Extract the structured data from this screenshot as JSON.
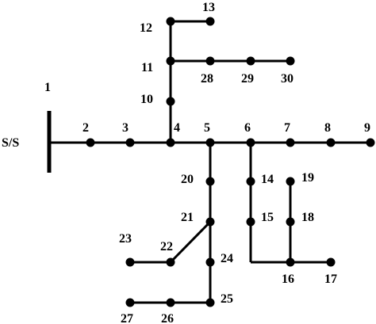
{
  "diagram": {
    "colors": {
      "line": "#000000",
      "node": "#000000",
      "background": "#ffffff"
    },
    "substation": {
      "label": "S/S",
      "bus_number": "1"
    },
    "nodes": [
      {
        "id": "2",
        "label": "2"
      },
      {
        "id": "3",
        "label": "3"
      },
      {
        "id": "4",
        "label": "4"
      },
      {
        "id": "5",
        "label": "5"
      },
      {
        "id": "6",
        "label": "6"
      },
      {
        "id": "7",
        "label": "7"
      },
      {
        "id": "8",
        "label": "8"
      },
      {
        "id": "9",
        "label": "9"
      },
      {
        "id": "10",
        "label": "10"
      },
      {
        "id": "11",
        "label": "11"
      },
      {
        "id": "12",
        "label": "12"
      },
      {
        "id": "13",
        "label": "13"
      },
      {
        "id": "14",
        "label": "14"
      },
      {
        "id": "15",
        "label": "15"
      },
      {
        "id": "16",
        "label": "16"
      },
      {
        "id": "17",
        "label": "17"
      },
      {
        "id": "18",
        "label": "18"
      },
      {
        "id": "19",
        "label": "19"
      },
      {
        "id": "20",
        "label": "20"
      },
      {
        "id": "21",
        "label": "21"
      },
      {
        "id": "22",
        "label": "22"
      },
      {
        "id": "23",
        "label": "23"
      },
      {
        "id": "24",
        "label": "24"
      },
      {
        "id": "25",
        "label": "25"
      },
      {
        "id": "26",
        "label": "26"
      },
      {
        "id": "27",
        "label": "27"
      },
      {
        "id": "28",
        "label": "28"
      },
      {
        "id": "29",
        "label": "29"
      },
      {
        "id": "30",
        "label": "30"
      }
    ],
    "edges": [
      [
        "1",
        "2"
      ],
      [
        "2",
        "3"
      ],
      [
        "3",
        "4"
      ],
      [
        "4",
        "5"
      ],
      [
        "5",
        "6"
      ],
      [
        "6",
        "7"
      ],
      [
        "7",
        "8"
      ],
      [
        "8",
        "9"
      ],
      [
        "4",
        "10"
      ],
      [
        "10",
        "11"
      ],
      [
        "11",
        "12"
      ],
      [
        "12",
        "13"
      ],
      [
        "11",
        "28"
      ],
      [
        "28",
        "29"
      ],
      [
        "29",
        "30"
      ],
      [
        "5",
        "20"
      ],
      [
        "20",
        "21"
      ],
      [
        "21",
        "22"
      ],
      [
        "22",
        "23"
      ],
      [
        "21",
        "24"
      ],
      [
        "24",
        "25"
      ],
      [
        "25",
        "26"
      ],
      [
        "26",
        "27"
      ],
      [
        "6",
        "14"
      ],
      [
        "14",
        "15"
      ],
      [
        "15",
        "16"
      ],
      [
        "16",
        "17"
      ],
      [
        "16",
        "18"
      ],
      [
        "18",
        "19"
      ]
    ]
  }
}
